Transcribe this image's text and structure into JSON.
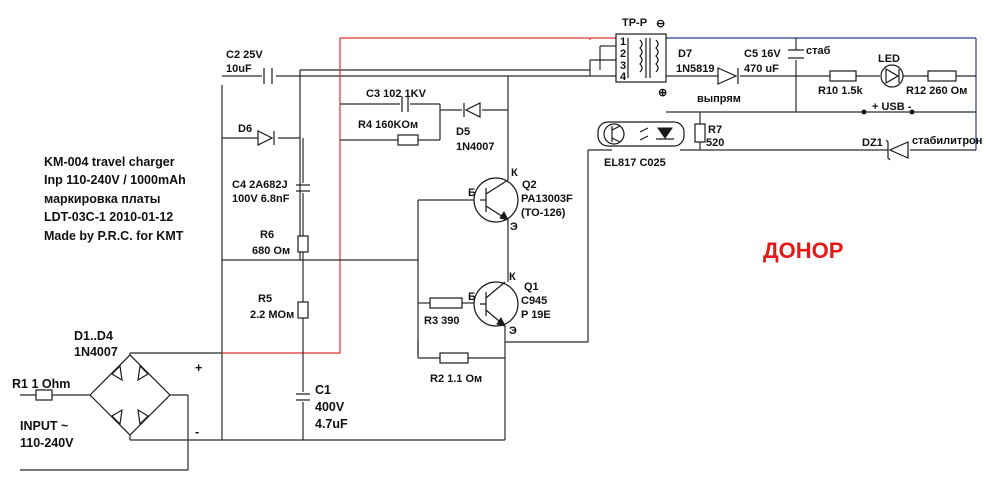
{
  "title_block": {
    "line1": "KM-004 travel charger",
    "line2": "Inp 110-240V / 1000mAh",
    "line3": "маркировка платы",
    "line4": "LDT-03C-1  2010-01-12",
    "line5": "Made by P.R.C. for KMT"
  },
  "donor_label": "ДОНОР",
  "components": {
    "c2": "C2 25V",
    "c2_val": "10uF",
    "d6": "D6",
    "c4": "C4 2A682J",
    "c4_val": "100V 6.8nF",
    "r6": "R6",
    "r6_val": "680 Ом",
    "r5": "R5",
    "r5_val": "2.2 MОм",
    "c1": "C1",
    "c1_v": "400V",
    "c1_val": "4.7uF",
    "bridge": "D1..D4",
    "bridge_val": "1N4007",
    "r1": "R1  1 Ohm",
    "input1": "INPUT ~",
    "input2": "110-240V",
    "plus": "+",
    "minus": "-",
    "c3": "C3 102 1KV",
    "r4": "R4  160KОм",
    "d5": "D5",
    "d5_val": "1N4007",
    "q2": "Q2",
    "q2_val1": "PA13003F",
    "q2_val2": "(TO-126)",
    "q2_b": "Б",
    "q2_k": "К",
    "q2_e": "Э",
    "q1": "Q1",
    "q1_val1": "C945",
    "q1_val2": "P 19E",
    "q1_b": "Б",
    "q1_k": "К",
    "q1_e": "Э",
    "r3": "R3 390",
    "r2": "R2 1.1 Ом",
    "tr": "TP-P",
    "tr_pin1": "1",
    "tr_pin2": "2",
    "tr_pin3": "3",
    "tr_pin4": "4",
    "tr_dot_top": "⊖",
    "tr_dot_bot": "⊕",
    "d7": "D7",
    "d7_val": "1N5819",
    "d7_note": "выпрям",
    "c5": "C5 16V",
    "c5_val": "470 uF",
    "stab": "стаб",
    "led": "LED",
    "r10": "R10 1.5k",
    "r12": "R12 260 Ом",
    "usb": "+ USB -",
    "dz1": "DZ1",
    "dz1_note": "стабилитрон",
    "r7": "R7",
    "r7_val": "520",
    "opto": "EL817  C025"
  },
  "colors": {
    "wire": "#2a2a2a",
    "wire_red": "#e03030",
    "wire_blue": "#2a3a8c",
    "donor": "#e21a1a"
  }
}
